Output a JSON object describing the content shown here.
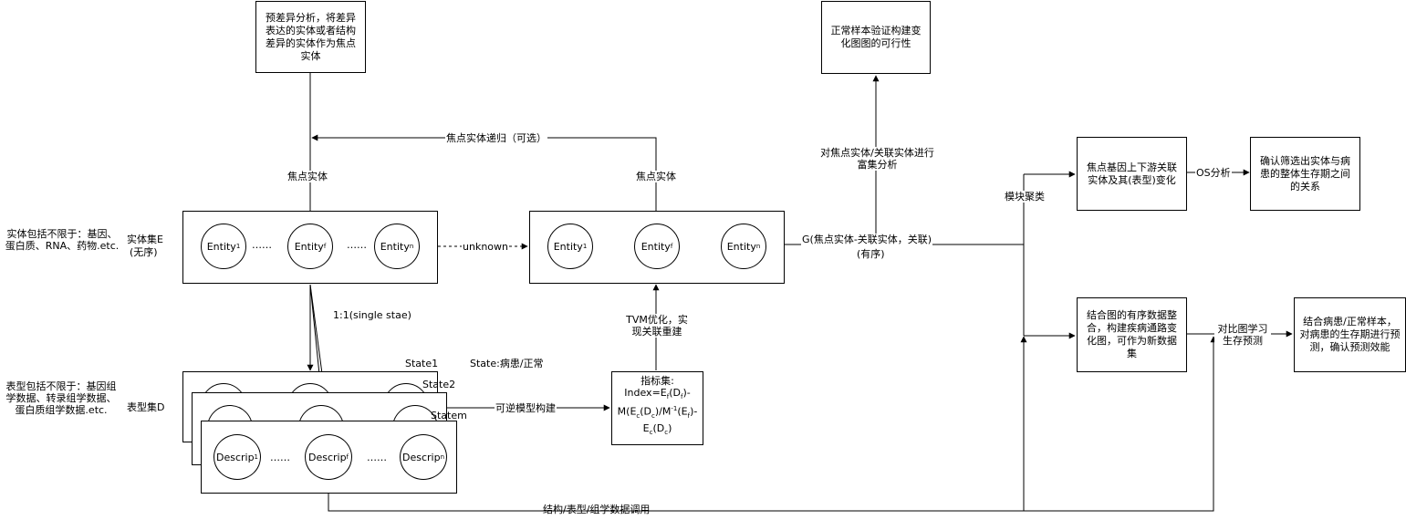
{
  "boxes": {
    "pre_analysis": "预差异分析，将差异表达的实体或者结构差异的实体作为焦点实体",
    "normal_validation": "正常样本验证构建变化图图的可行性",
    "focus_gene": "焦点基因上下游关联实体及其(表型)变化",
    "confirm": "确认筛选出实体与病患的整体生存期之间的关系",
    "combine": "结合图的有序数据整合，构建疾病通路变化图，可作为新数据集",
    "predict": "结合病患/正常样本，对病患的生存期进行预测，确认预测效能",
    "index_title": "指标集:",
    "index_formula": "Index=Ef(Df)-M(Ec(Dc)/M-1(Ef)-Ec(Dc)"
  },
  "labels": {
    "entity_desc": "实体包括不限于：基因、蛋白质、RNA、药物.etc.",
    "entity_set": "实体集E",
    "entity_set_sub": "(无序)",
    "phenotype_desc": "表型包括不限于：基因组学数据、转录组学数据、蛋白质组学数据.etc.",
    "phenotype_set": "表型集D",
    "focus_left": "焦点实体",
    "focus_right": "焦点实体",
    "recursion": "焦点实体递归（可选）",
    "unknown": "unknown",
    "enrichment": "对焦点实体/关联实体进行富集分析",
    "g_edge": "G(焦点实体-关联实体，关联)",
    "g_edge_sub": "(有序)",
    "module_cluster": "模块聚类",
    "os_analysis": "OS分析",
    "one_to_one": "1:1(single stae)",
    "tvm": "TVM优化，实现关联重建",
    "state1": "State1",
    "state2": "State2",
    "statem": "Statem",
    "state_desc": "State:病患/正常",
    "reversible": "可逆模型构建",
    "contrast": "对比图学习生存预测",
    "structure_call": "结构/表型/组学数据调用"
  },
  "nodes": {
    "e_left": [
      "Entity",
      "Entity",
      "Entity"
    ],
    "e_left_sub": [
      "1",
      "f",
      "n"
    ],
    "e_right": [
      "Entity",
      "Entity",
      "Entity"
    ],
    "e_right_sub": [
      "1",
      "f",
      "n"
    ],
    "descrip": [
      "Descrip",
      "Descrip",
      "Descrip"
    ],
    "descrip_sub": [
      "1",
      "f",
      "n"
    ],
    "ellipsis": "……"
  }
}
